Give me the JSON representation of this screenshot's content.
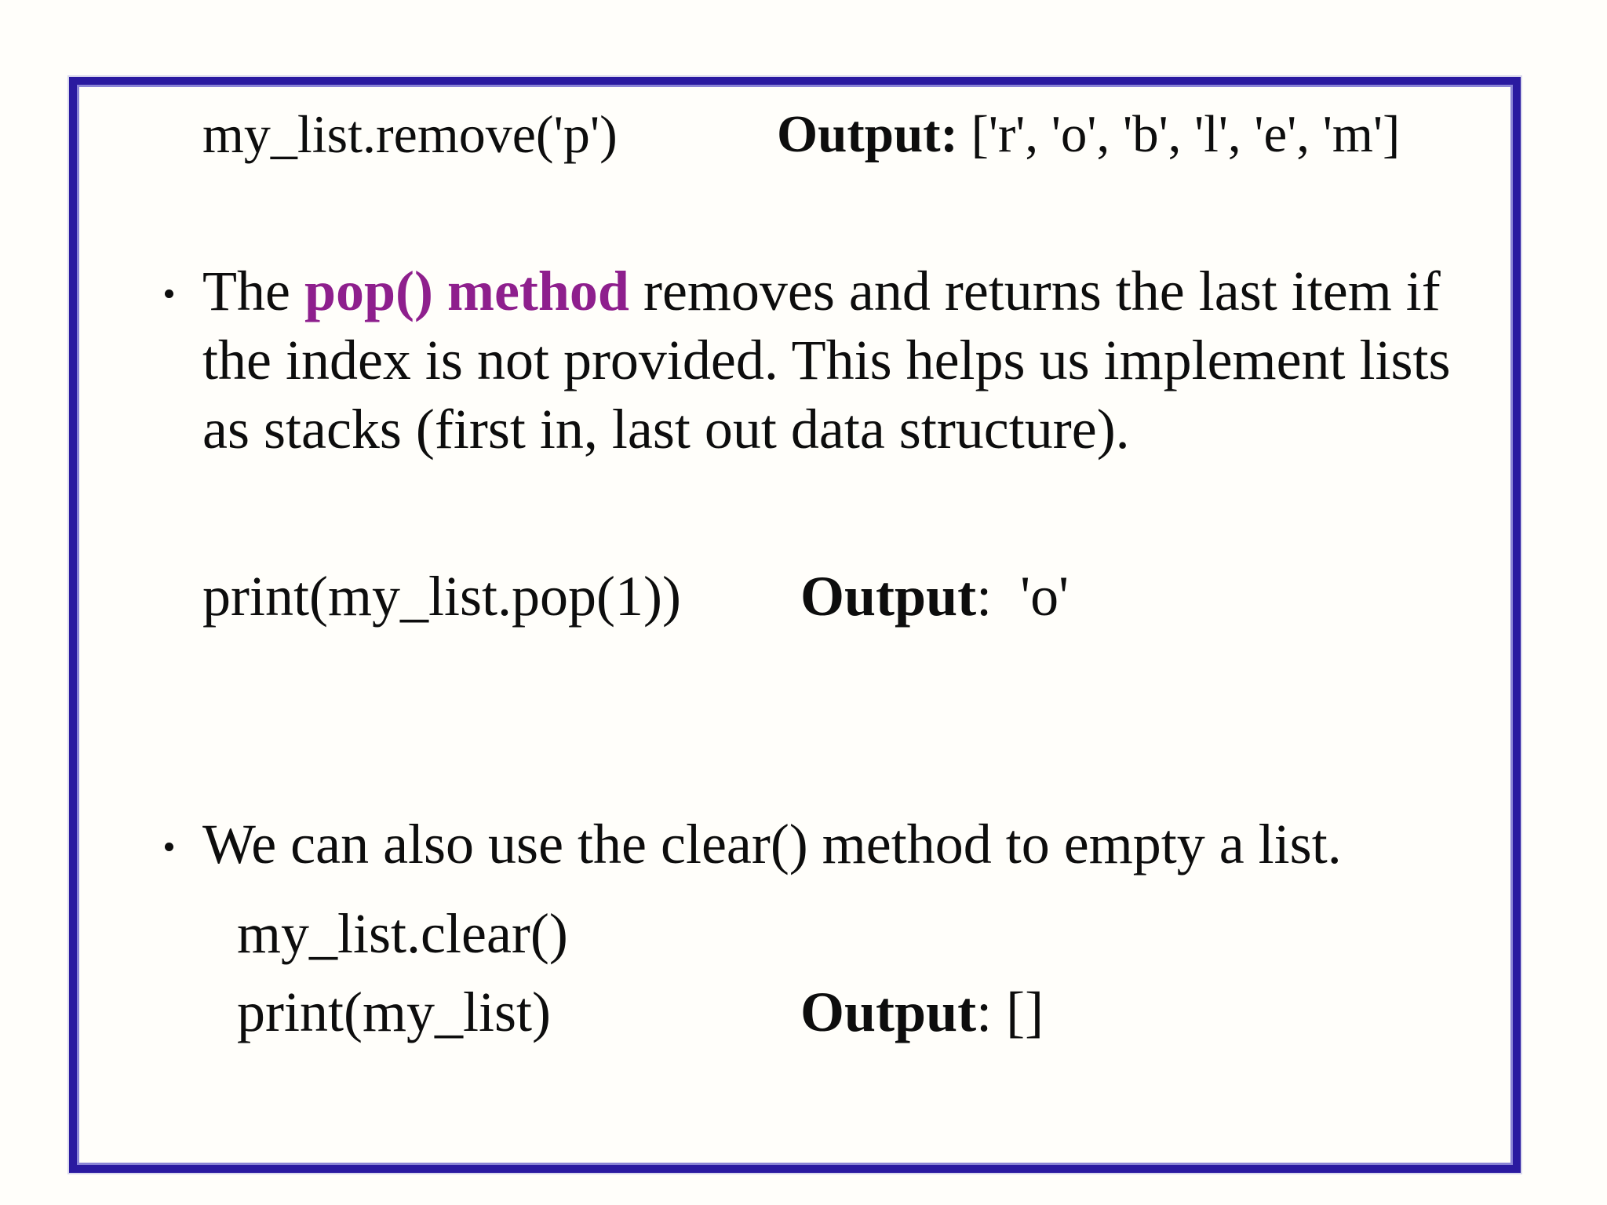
{
  "slide_colors": {
    "border": "#2a1aa0",
    "highlight_purple": "#8e1f8d",
    "background": "#fffefa",
    "text": "#0d0d0d"
  },
  "row_remove": {
    "code": "my_list.remove('p')",
    "output_label": "Output:",
    "output_value": " ['r', 'o', 'b', 'l', 'e', 'm']"
  },
  "bullet_pop": {
    "line1_prefix": "The ",
    "line1_highlight": "pop() method",
    "line1_suffix": " removes and returns the last item if",
    "line2": "the index is not provided. This helps us implement lists",
    "line3": "as stacks (first in, last out data structure)."
  },
  "row_pop": {
    "code": "print(my_list.pop(1))",
    "output_label": "Output",
    "output_rest": ":  'o'"
  },
  "bullet_clear": {
    "text": "We can also use the clear() method to empty a list."
  },
  "row_clear": {
    "code": "my_list.clear()"
  },
  "row_print": {
    "code": "print(my_list)",
    "output_label": "Output",
    "output_rest": ": []"
  }
}
